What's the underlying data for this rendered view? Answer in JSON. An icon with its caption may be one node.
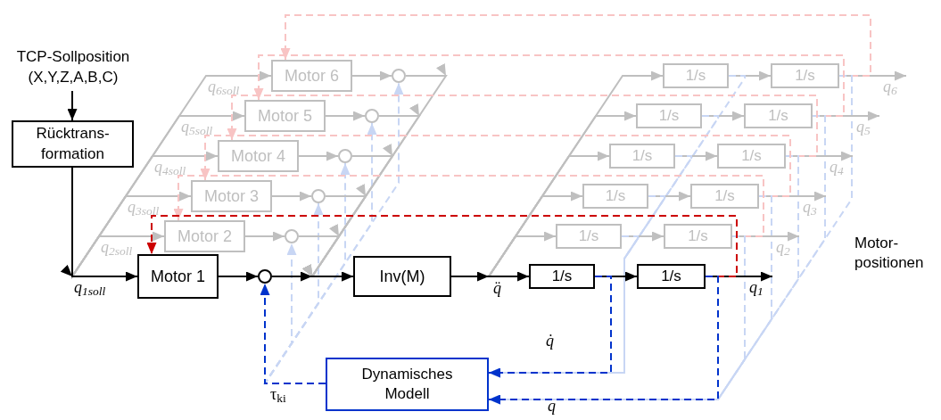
{
  "diagram": {
    "nodes": [
      {
        "text": [
          "TCP-Sollposition (X,Y,Z,A,B,C)"
        ]
      },
      {
        "text": [
          "Rücktrans- formation"
        ]
      },
      {
        "text": [
          "Motor 1"
        ]
      },
      {
        "text": [
          "Motor 2"
        ]
      },
      {
        "text": [
          "Motor 3"
        ]
      },
      {
        "text": [
          "Motor 4"
        ]
      },
      {
        "text": [
          "Motor 5"
        ]
      },
      {
        "text": [
          "Motor 6"
        ]
      },
      {
        "text": [],
        "shape": "circle"
      },
      {
        "text": [],
        "shape": "circle"
      },
      {
        "text": [],
        "shape": "circle"
      },
      {
        "text": [],
        "shape": "circle"
      },
      {
        "text": [],
        "shape": "circle"
      },
      {
        "text": [],
        "shape": "circle"
      },
      {
        "text": [
          "Inv(M)"
        ]
      },
      {
        "text": [
          "1/s"
        ]
      },
      {
        "text": [
          "1/s"
        ]
      },
      {
        "text": [
          "1/s"
        ]
      },
      {
        "text": [
          "1/s"
        ]
      },
      {
        "text": [
          "1/s"
        ]
      },
      {
        "text": [
          "1/s"
        ]
      },
      {
        "text": [
          "1/s"
        ]
      },
      {
        "text": [
          "1/s"
        ]
      },
      {
        "text": [
          "1/s"
        ]
      },
      {
        "text": [
          "1/s"
        ]
      },
      {
        "text": [
          "1/s"
        ]
      },
      {
        "text": [
          "1/s"
        ]
      },
      {
        "text": [
          "Dynamisches Modell"
        ]
      }
    ],
    "edges": [
      {
        "from": 0,
        "to": 1,
        "arrow": "to",
        "color": "#000000"
      },
      {
        "from": 1,
        "to": 2,
        "arrow": "to",
        "label": "q$_{1soll}$",
        "color": "#000000"
      },
      {
        "from": 1,
        "to": 3,
        "arrow": "to",
        "label": "q$_{2soll}$"
      },
      {
        "from": 1,
        "to": 4,
        "arrow": "to",
        "label": "q$_{3soll}$"
      },
      {
        "from": 1,
        "to": 5,
        "arrow": "to",
        "label": "q$_{4soll}$"
      },
      {
        "from": 1,
        "to": 6,
        "arrow": "to",
        "label": "q$_{5soll}$"
      },
      {
        "from": 1,
        "to": 7,
        "arrow": "to",
        "label": "q$_{6soll}$"
      },
      {
        "from": 2,
        "to": 8,
        "arrow": "to",
        "color": "#000000"
      },
      {
        "from": 3,
        "to": 9,
        "arrow": "to"
      },
      {
        "from": 4,
        "to": 10,
        "arrow": "to"
      },
      {
        "from": 5,
        "to": 11,
        "arrow": "to"
      },
      {
        "from": 6,
        "to": 12,
        "arrow": "to"
      },
      {
        "from": 7,
        "to": 13,
        "arrow": "to"
      },
      {
        "from": 8,
        "to": 14,
        "arrow": "to",
        "color": "#000000"
      },
      {
        "from": 9,
        "to": 14,
        "arrow": "to"
      },
      {
        "from": 10,
        "to": 14,
        "arrow": "to"
      },
      {
        "from": 11,
        "to": 14,
        "arrow": "to"
      },
      {
        "from": 12,
        "to": 14,
        "arrow": "to"
      },
      {
        "from": 13,
        "to": 14,
        "arrow": "to"
      },
      {
        "from": 14,
        "to": 15,
        "arrow": "to",
        "label": "q̈",
        "color": "#000000"
      },
      {
        "from": 14,
        "to": 16,
        "arrow": "to"
      },
      {
        "from": 14,
        "to": 17,
        "arrow": "to"
      },
      {
        "from": 14,
        "to": 18,
        "arrow": "to"
      },
      {
        "from": 14,
        "to": 19,
        "arrow": "to"
      },
      {
        "from": 14,
        "to": 20,
        "arrow": "to"
      },
      {
        "from": 15,
        "to": 21,
        "arrow": "to",
        "color": "#000000"
      },
      {
        "from": 16,
        "to": 22,
        "arrow": "to"
      },
      {
        "from": 17,
        "to": 23,
        "arrow": "to"
      },
      {
        "from": 18,
        "to": 24,
        "arrow": "to"
      },
      {
        "from": 19,
        "to": 25,
        "arrow": "to"
      },
      {
        "from": 20,
        "to": 26,
        "arrow": "to"
      },
      {
        "from": 21,
        "to": null,
        "arrow": "to",
        "label": "q$_{1}$",
        "color": "#000000"
      },
      {
        "from": 22,
        "to": null,
        "arrow": "to",
        "label": "q$_{2}$"
      },
      {
        "from": 23,
        "to": null,
        "arrow": "to",
        "label": "q$_{3}$"
      },
      {
        "from": 24,
        "to": null,
        "arrow": "to",
        "label": "q$_{4}$"
      },
      {
        "from": 25,
        "to": null,
        "arrow": "to",
        "label": "q$_{5}$"
      },
      {
        "from": 26,
        "to": null,
        "arrow": "to",
        "label": "q$_{6}$"
      },
      {
        "from": 21,
        "to": 2,
        "arrow": "to",
        "style": "dashed",
        "color": "#cc0000"
      },
      {
        "from": 22,
        "to": 3,
        "arrow": "to",
        "style": "dashed",
        "color": "#f8c4c4"
      },
      {
        "from": 23,
        "to": 4,
        "arrow": "to",
        "style": "dashed",
        "color": "#f8c4c4"
      },
      {
        "from": 24,
        "to": 5,
        "arrow": "to",
        "style": "dashed",
        "color": "#f8c4c4"
      },
      {
        "from": 25,
        "to": 6,
        "arrow": "to",
        "style": "dashed",
        "color": "#f8c4c4"
      },
      {
        "from": 26,
        "to": 7,
        "arrow": "to",
        "style": "dashed",
        "color": "#f8c4c4"
      },
      {
        "from": 15,
        "to": 27,
        "arrow": "to",
        "style": "dashed",
        "color": "#0033cc",
        "label": "q̇"
      },
      {
        "from": 16,
        "to": 27,
        "arrow": "to",
        "style": "dashed",
        "color": "#c8d6f4"
      },
      {
        "from": 17,
        "to": 27,
        "arrow": "to",
        "style": "dashed",
        "color": "#c8d6f4"
      },
      {
        "from": 18,
        "to": 27,
        "arrow": "to",
        "style": "dashed",
        "color": "#c8d6f4"
      },
      {
        "from": 19,
        "to": 27,
        "arrow": "to",
        "style": "dashed",
        "color": "#c8d6f4"
      },
      {
        "from": 20,
        "to": 27,
        "arrow": "to",
        "style": "dashed",
        "color": "#c8d6f4"
      },
      {
        "from": 21,
        "to": 27,
        "arrow": "to",
        "style": "dashed",
        "color": "#0033cc",
        "label": "q"
      },
      {
        "from": 22,
        "to": 27,
        "arrow": "to",
        "style": "dashed",
        "color": "#c8d6f4"
      },
      {
        "from": 23,
        "to": 27,
        "arrow": "to",
        "style": "dashed",
        "color": "#c8d6f4"
      },
      {
        "from": 24,
        "to": 27,
        "arrow": "to",
        "style": "dashed",
        "color": "#c8d6f4"
      },
      {
        "from": 25,
        "to": 27,
        "arrow": "to",
        "style": "dashed",
        "color": "#c8d6f4"
      },
      {
        "from": 26,
        "to": 27,
        "arrow": "to",
        "style": "dashed",
        "color": "#c8d6f4"
      },
      {
        "from": 27,
        "to": 8,
        "arrow": "to",
        "style": "dashed",
        "color": "#0033cc",
        "label": "τ$_{ki}$"
      },
      {
        "from": 27,
        "to": 9,
        "arrow": "to",
        "style": "dashed",
        "color": "#c8d6f4"
      },
      {
        "from": 27,
        "to": 10,
        "arrow": "to",
        "style": "dashed",
        "color": "#c8d6f4"
      },
      {
        "from": 27,
        "to": 11,
        "arrow": "to",
        "style": "dashed",
        "color": "#c8d6f4"
      },
      {
        "from": 27,
        "to": 12,
        "arrow": "to",
        "style": "dashed",
        "color": "#c8d6f4"
      },
      {
        "from": 27,
        "to": 13,
        "arrow": "to",
        "style": "dashed",
        "color": "#c8d6f4"
      }
    ],
    "labels": [
      "Motor- positionen"
    ]
  }
}
